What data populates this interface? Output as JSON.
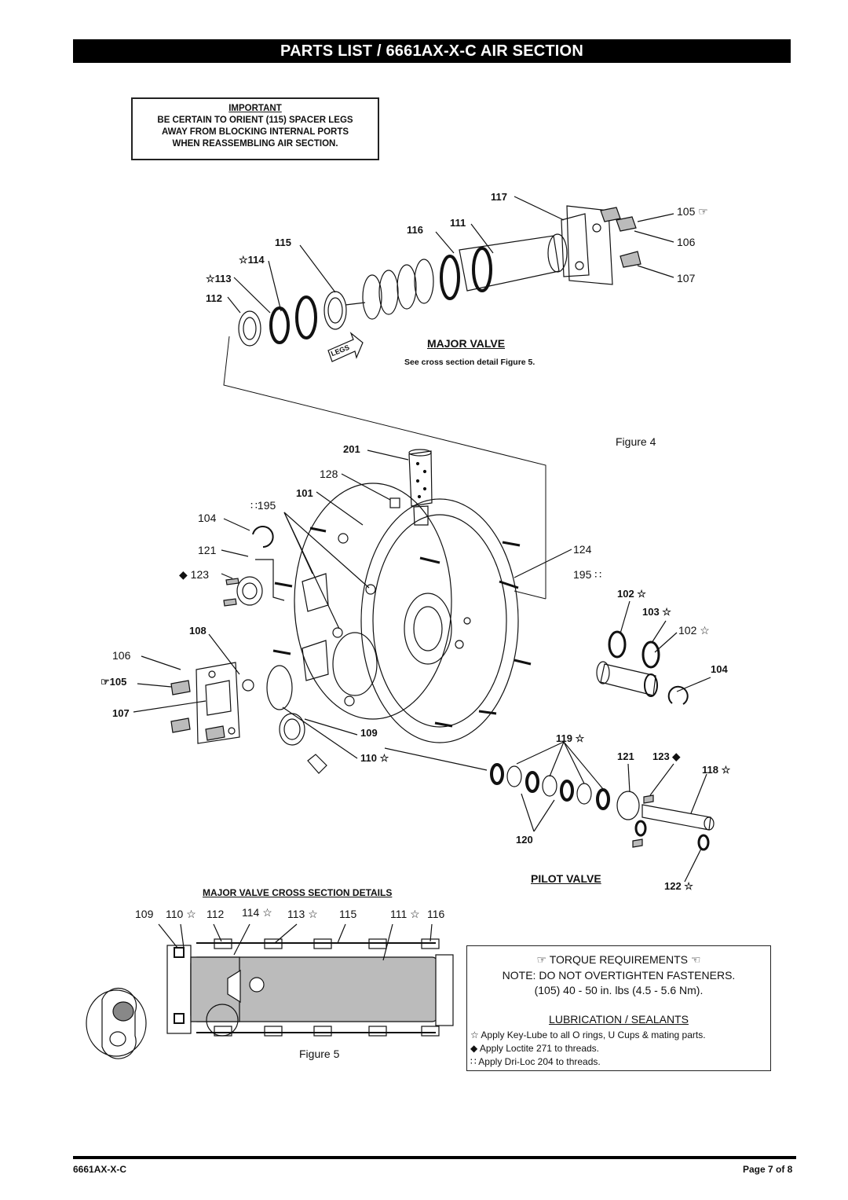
{
  "header": {
    "title": "PARTS LIST / 6661AX-X-C AIR SECTION"
  },
  "important": {
    "heading": "IMPORTANT",
    "line1": "BE CERTAIN TO ORIENT (115) SPACER LEGS",
    "line2": "AWAY FROM BLOCKING INTERNAL PORTS",
    "line3": "WHEN REASSEMBLING AIR SECTION."
  },
  "major_valve": {
    "title": "MAJOR VALVE",
    "note": "See cross section detail Figure 5.",
    "legs_tag": "LEGS"
  },
  "figure4": "Figure 4",
  "figure5": "Figure 5",
  "cross_section_title": "MAJOR VALVE CROSS SECTION DETAILS",
  "pilot_valve_title": "PILOT VALVE",
  "callouts": {
    "c117": "117",
    "c111": "111",
    "c116": "116",
    "c115": "115",
    "c114": "☆114",
    "c113": "☆113",
    "c112": "112",
    "c105a": "105 ☞",
    "c106a": "106",
    "c107a": "107",
    "c201": "201",
    "c128": "128",
    "c101": "101",
    "c195a": "∷195",
    "c104a": "104",
    "c121a": "121",
    "c123a": "◆ 123",
    "c124": "124",
    "c195b": "195 ∷",
    "c102a": "102 ☆",
    "c103": "103 ☆",
    "c102b": "102 ☆",
    "c104b": "104",
    "c108": "108",
    "c106b": "106",
    "c105b": "☞105",
    "c107b": "107",
    "c109": "109",
    "c110": "110 ☆",
    "c119": "119 ☆",
    "c121b": "121",
    "c123b": "123 ◆",
    "c118": "118 ☆",
    "c120": "120",
    "c122": "122 ☆"
  },
  "cross_section_labels": [
    "109",
    "110 ☆",
    "112",
    "114 ☆",
    "113 ☆",
    "115",
    "111 ☆",
    "116"
  ],
  "torque": {
    "heading": "☞ TORQUE REQUIREMENTS ☜",
    "line1": "NOTE: DO NOT OVERTIGHTEN FASTENERS.",
    "line2": "(105) 40 - 50 in. lbs (4.5 - 5.6 Nm).",
    "lube_heading": "LUBRICATION / SEALANTS",
    "lube1": "☆ Apply Key-Lube to all O rings, U Cups & mating parts.",
    "lube2": "◆ Apply Loctite 271 to threads.",
    "lube3": "∷ Apply Dri-Loc 204 to threads."
  },
  "footer": {
    "model": "6661AX-X-C",
    "page": "Page 7 of 8"
  }
}
